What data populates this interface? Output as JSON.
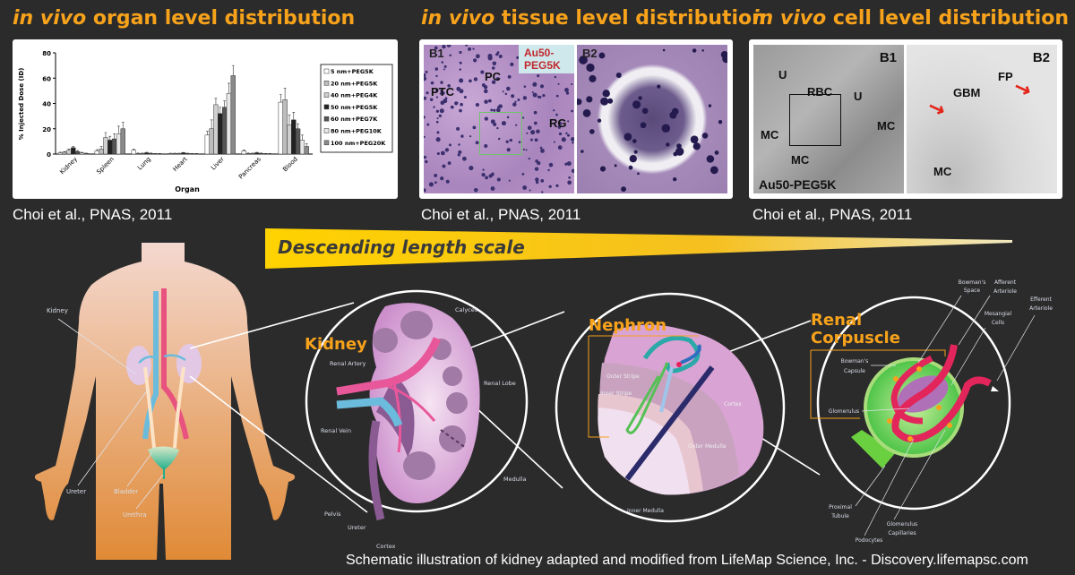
{
  "sections": {
    "organ": {
      "italic": "in vivo",
      "rest": " organ level distribution",
      "citation": "Choi et al., PNAS, 2011"
    },
    "tissue": {
      "italic": "in vivo",
      "rest": " tissue level distribution",
      "citation": "Choi et al., PNAS, 2011"
    },
    "cell": {
      "italic": "in vivo",
      "rest": " cell level distribution",
      "citation": "Choi et al., PNAS, 2011"
    }
  },
  "chart_data": {
    "type": "bar",
    "title": "",
    "xlabel": "Organ",
    "ylabel": "% Injected Dose (ID)",
    "ylim": [
      0,
      80
    ],
    "yticks": [
      "0",
      "20",
      "40",
      "60",
      "80"
    ],
    "legend_position": "right",
    "categories": [
      "Kidney",
      "Spleen",
      "Lung",
      "Heart",
      "Liver",
      "Pancreas",
      "Blood"
    ],
    "series": [
      {
        "name": "5 nm+PEG5K",
        "values": [
          1,
          2.5,
          3,
          0.5,
          15,
          2.5,
          41
        ],
        "errors": [
          0.5,
          1,
          0.8,
          0.2,
          3,
          0.8,
          6
        ]
      },
      {
        "name": "20 nm+PEG5K",
        "values": [
          1.5,
          4,
          0.5,
          0.5,
          20,
          0.5,
          43
        ],
        "errors": [
          0.5,
          2,
          0.3,
          0.2,
          7,
          0.3,
          9
        ]
      },
      {
        "name": "40 nm+PEG4K",
        "values": [
          3,
          13,
          0.5,
          0.5,
          39,
          0.5,
          23
        ],
        "errors": [
          1,
          4,
          0.3,
          0.2,
          5,
          0.3,
          8
        ]
      },
      {
        "name": "50 nm+PEG5K",
        "values": [
          5,
          11,
          1,
          1,
          32,
          1,
          27
        ],
        "errors": [
          1,
          3,
          0.4,
          0.3,
          5,
          0.4,
          6
        ]
      },
      {
        "name": "60 nm+PEG7K",
        "values": [
          2,
          12,
          0.5,
          0.5,
          37,
          0.5,
          20
        ],
        "errors": [
          0.8,
          4,
          0.3,
          0.2,
          5,
          0.3,
          4
        ]
      },
      {
        "name": "80 nm+PEG10K",
        "values": [
          1,
          16,
          0.3,
          0.3,
          48,
          0.3,
          11
        ],
        "errors": [
          0.4,
          6,
          0.2,
          0.2,
          8,
          0.2,
          4
        ]
      },
      {
        "name": "100 nm+PEG20K",
        "values": [
          0.5,
          20,
          0.3,
          0.3,
          62,
          0.3,
          6
        ],
        "errors": [
          0.3,
          5,
          0.2,
          0.2,
          8,
          0.2,
          2
        ]
      }
    ]
  },
  "tissue_images": {
    "b1_label": "B1",
    "b2_label": "B2",
    "particle_label": "Au50-PEG5K",
    "labels": [
      "PTC",
      "PC",
      "RG"
    ]
  },
  "cell_images": {
    "b1_label": "B1",
    "b2_label": "B2",
    "particle_label": "Au50-PEG5K",
    "b1_labels": [
      "U",
      "RBC",
      "U",
      "MC",
      "MC",
      "MC"
    ],
    "b2_labels": [
      "FP",
      "GBM",
      "MC"
    ]
  },
  "banner": "Descending length scale",
  "body": {
    "labels": [
      "Kidney",
      "Ureter",
      "Bladder",
      "Urethra"
    ]
  },
  "kidney": {
    "title": "Kidney",
    "labels": [
      "Calyces",
      "Renal Artery",
      "Renal Lobe",
      "Renal Vein",
      "Medulla",
      "Pelvis",
      "Ureter",
      "Cortex"
    ]
  },
  "nephron": {
    "title": "Nephron",
    "labels": [
      "Outer Stripe",
      "Inner Stripe",
      "Cortex",
      "Outer Medulla",
      "Inner Medulla"
    ]
  },
  "corpuscle": {
    "title_line1": "Renal",
    "title_line2": "Corpuscle",
    "labels": [
      "Bowman's",
      "Space",
      "Afferent",
      "Arteriole",
      "Efferent",
      "Arteriole",
      "Mesangial",
      "Cells",
      "Bowman's",
      "Capsule",
      "Glomerulus",
      "Proximal",
      "Tubule",
      "Podocytes",
      "Glomerulus",
      "Capillaries"
    ]
  },
  "footer": "Schematic illustration of kidney adapted and modified from LifeMap Science, Inc. - Discovery.lifemapsc.com",
  "colors": {
    "accent": "#f7a21b",
    "background": "#2b2b2b",
    "artery": "#e8527f",
    "vein": "#6bbcdc"
  }
}
